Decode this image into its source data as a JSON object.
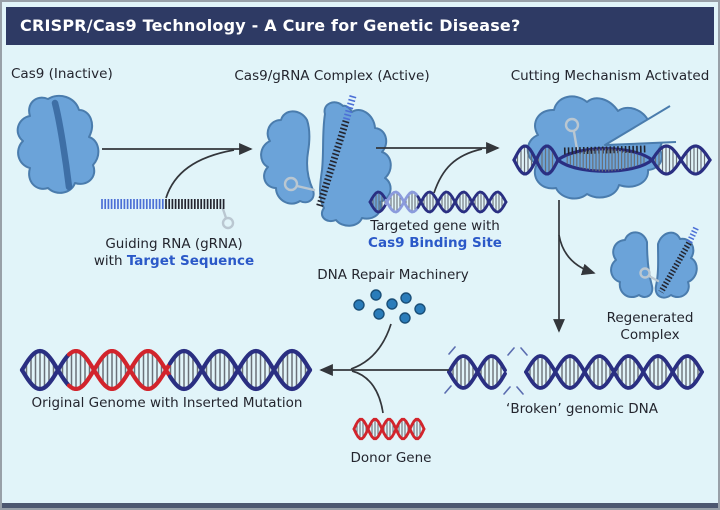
{
  "title": "CRISPR/Cas9 Technology - A Cure for Genetic Disease?",
  "labels": {
    "cas9_inactive": "Cas9 (Inactive)",
    "complex_active": "Cas9/gRNA Complex (Active)",
    "cutting": "Cutting Mechanism Activated",
    "guiding_line1": "Guiding RNA (gRNA)",
    "guiding_line2_prefix": "with ",
    "guiding_line2_blue": "Target Sequence",
    "targeted_line1": "Targeted gene with",
    "targeted_line2_blue": "Cas9 Binding Site",
    "repair": "DNA Repair Machinery",
    "regenerated_line1": "Regenerated",
    "regenerated_line2": "Complex",
    "broken": "‘Broken’ genomic DNA",
    "genome": "Original Genome with Inserted Mutation",
    "donor": "Donor Gene"
  },
  "colors": {
    "title_bar_bg": "#2e3a64",
    "title_text": "#ffffff",
    "canvas_bg": "#e1f4f9",
    "bottom_bar": "#4d5870",
    "label_text": "#23252e",
    "accent_blue_text": "#2b59c8",
    "protein_fill": "#6ba3d9",
    "protein_stroke": "#4a7cad",
    "protein_stripe": "#3e6fa6",
    "dna_navy": "#2a2f82",
    "dna_red": "#d2242c",
    "dna_rung": "#6a7078",
    "binding_site": "#8b9bdc",
    "grna_blue": "#4b6fd6",
    "grna_dark": "#23242e",
    "hairpin_gray": "#bac7d1",
    "dot_fill": "#2a7cba",
    "dot_stroke": "#1a4f78",
    "arrow": "#33363b"
  }
}
